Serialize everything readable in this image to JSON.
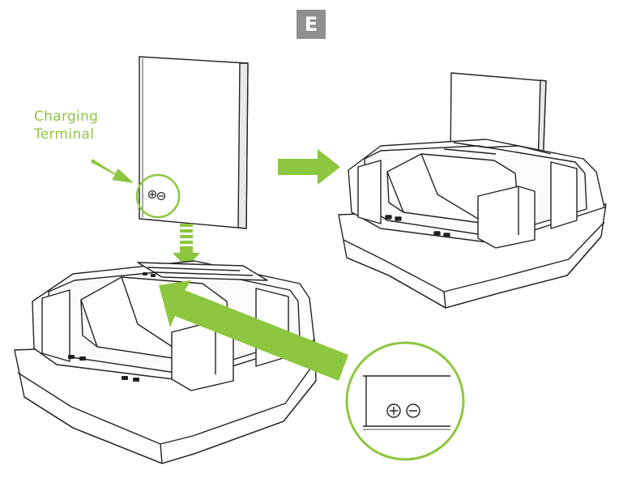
{
  "step": {
    "label": "E"
  },
  "callout": {
    "line1": "Charging",
    "line2": "Terminal"
  },
  "colors": {
    "accent": "#8dc63f",
    "badge": "#8e9092",
    "line": "#222222"
  },
  "icons": {
    "plus": "plus-terminal-icon",
    "minus": "minus-terminal-icon"
  }
}
